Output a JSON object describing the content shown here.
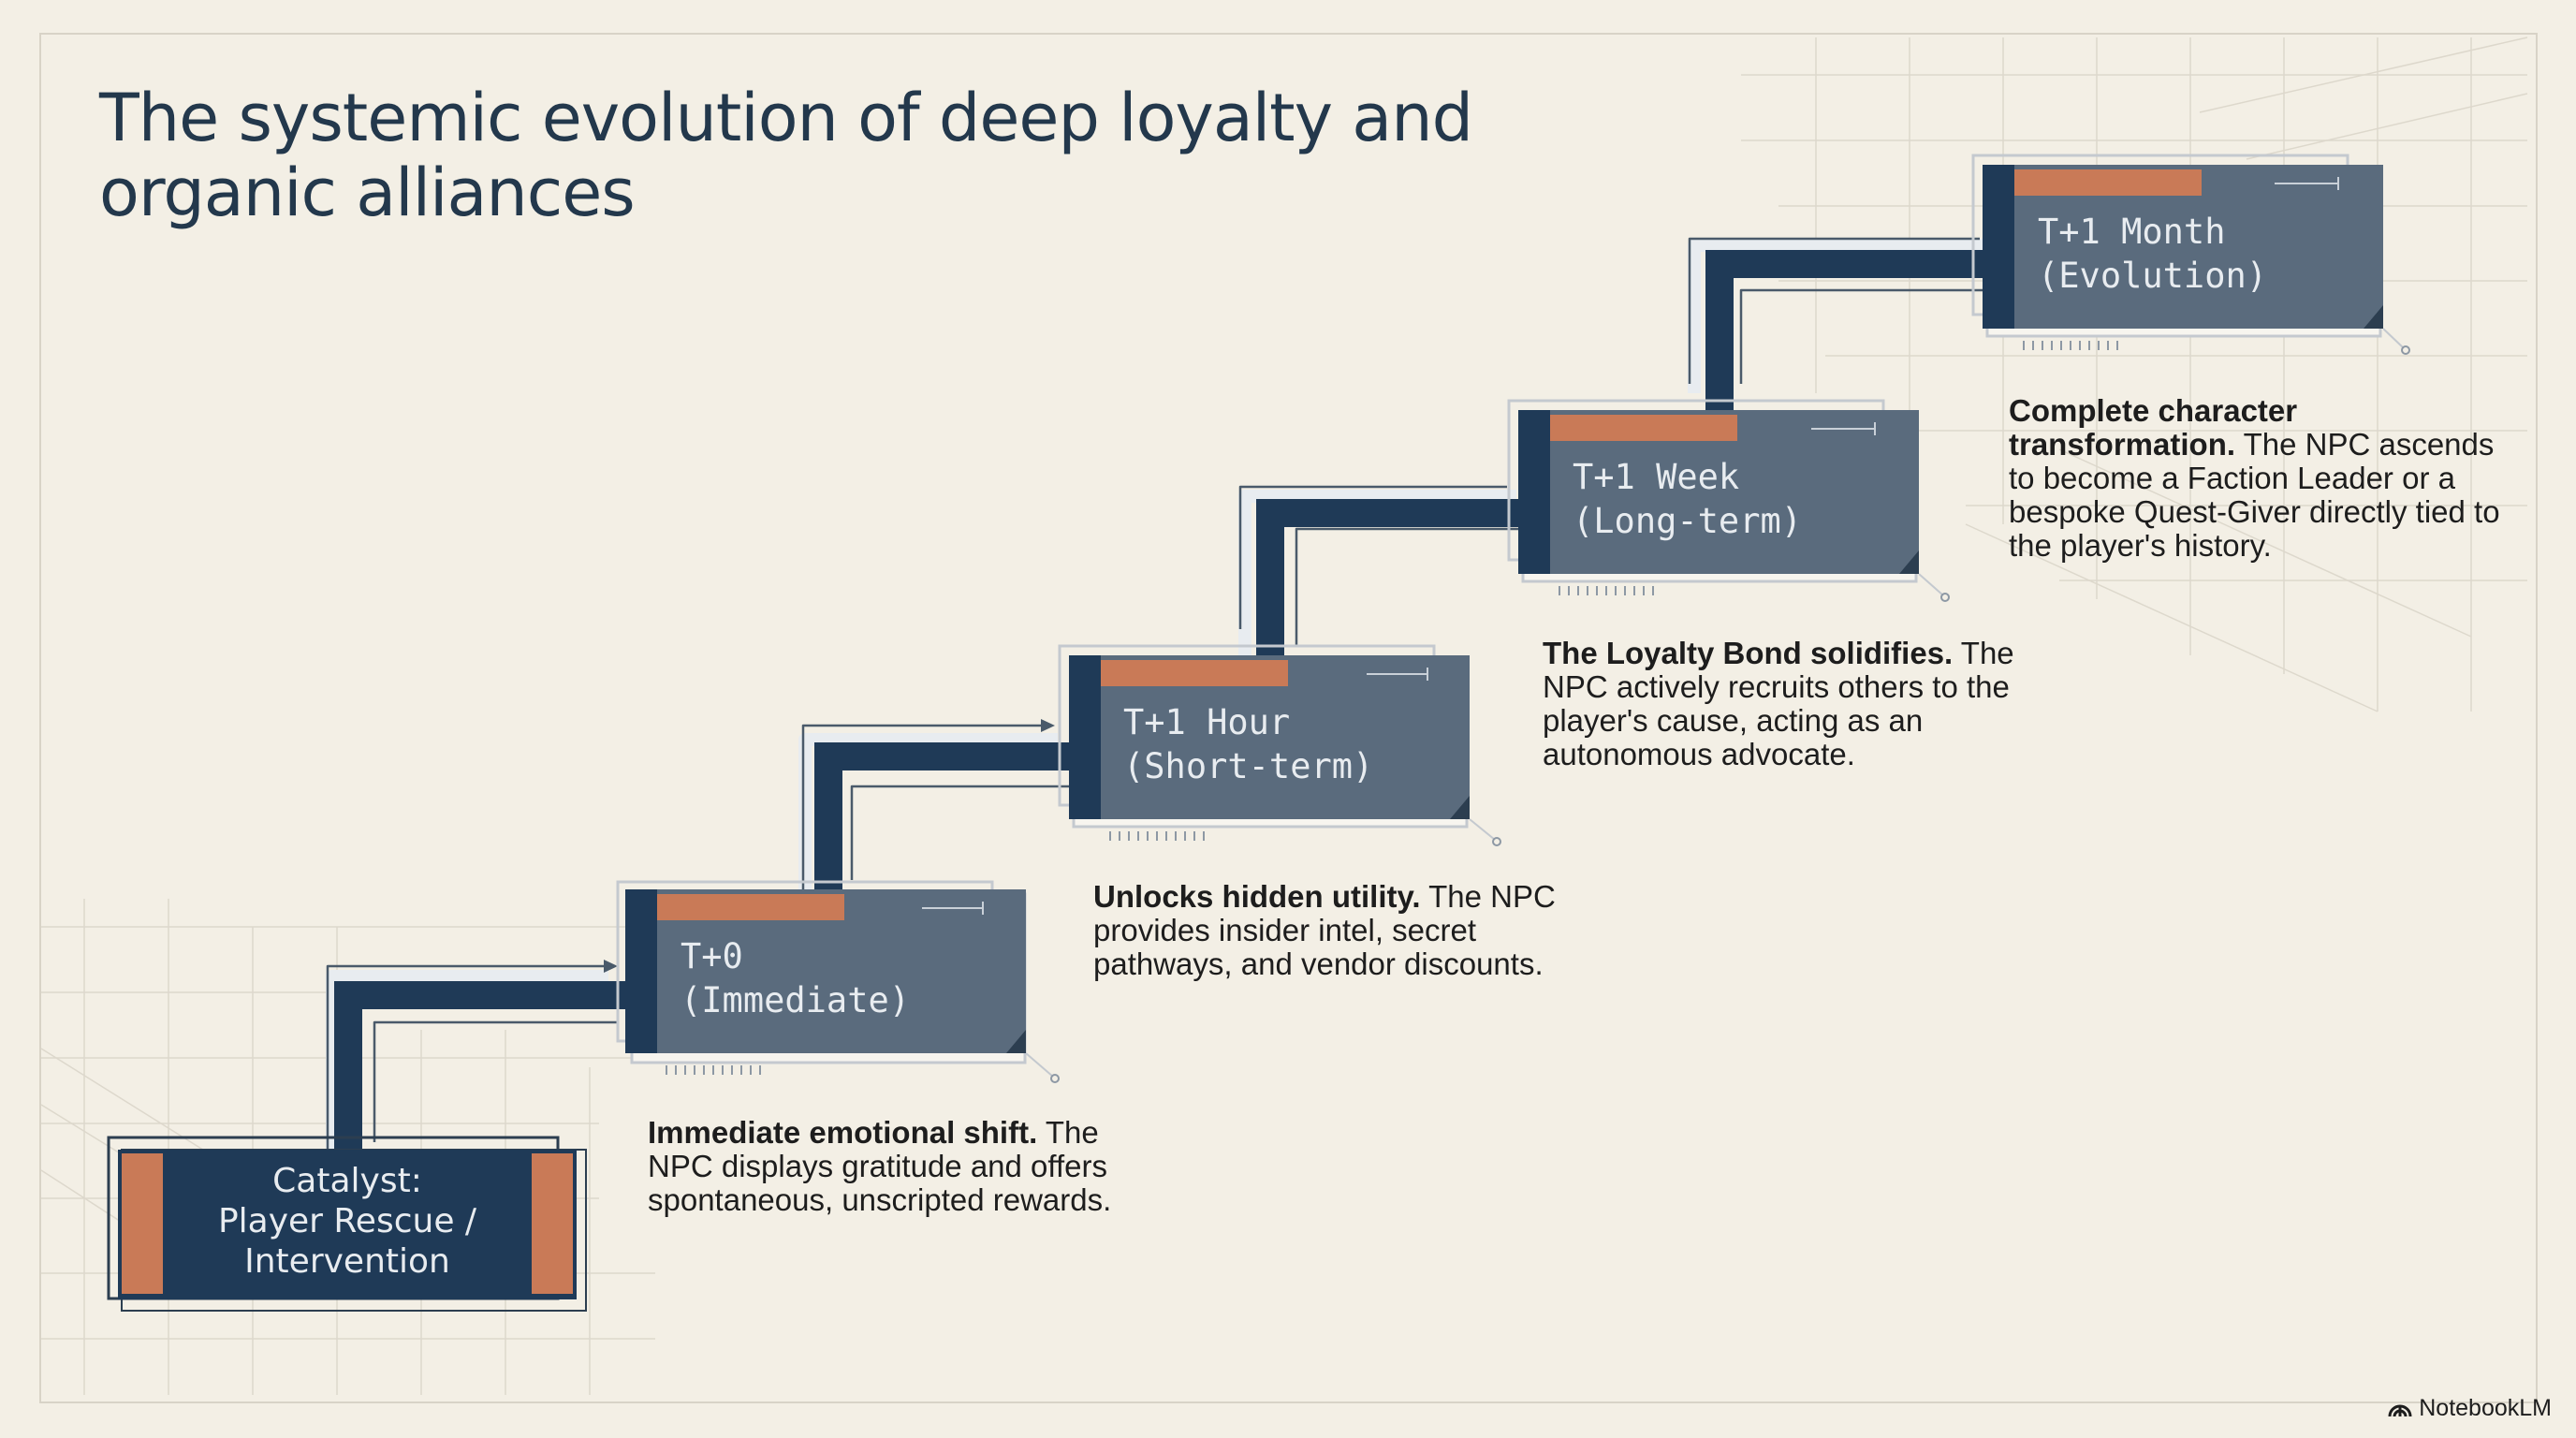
{
  "title": "The systemic evolution of deep loyalty and organic alliances",
  "catalyst": {
    "line1": "Catalyst:",
    "line2": "Player Rescue /",
    "line3": "Intervention"
  },
  "stages": [
    {
      "label_line1": "T+0",
      "label_line2": "(Immediate)",
      "desc_bold": "Immediate emotional shift.",
      "desc_rest": " The NPC displays gratitude and offers spontaneous, unscripted rewards."
    },
    {
      "label_line1": "T+1 Hour",
      "label_line2": "(Short-term)",
      "desc_bold": "Unlocks hidden utility.",
      "desc_rest": " The NPC provides insider intel, secret pathways, and vendor discounts."
    },
    {
      "label_line1": "T+1 Week",
      "label_line2": "(Long-term)",
      "desc_bold": "The Loyalty Bond solidifies.",
      "desc_rest": " The NPC actively recruits others to the player's cause, acting as an autonomous advocate."
    },
    {
      "label_line1": "T+1 Month",
      "label_line2": "(Evolution)",
      "desc_bold": "Complete character transformation.",
      "desc_rest": " The NPC ascends to become a Faction Leader or a bespoke Quest-Giver directly tied to the player's history."
    }
  ],
  "brand": "NotebookLM",
  "colors": {
    "navy": "#1f3a57",
    "slate": "#5a6b7d",
    "accent": "#c97a57",
    "background": "#f3efe5"
  }
}
